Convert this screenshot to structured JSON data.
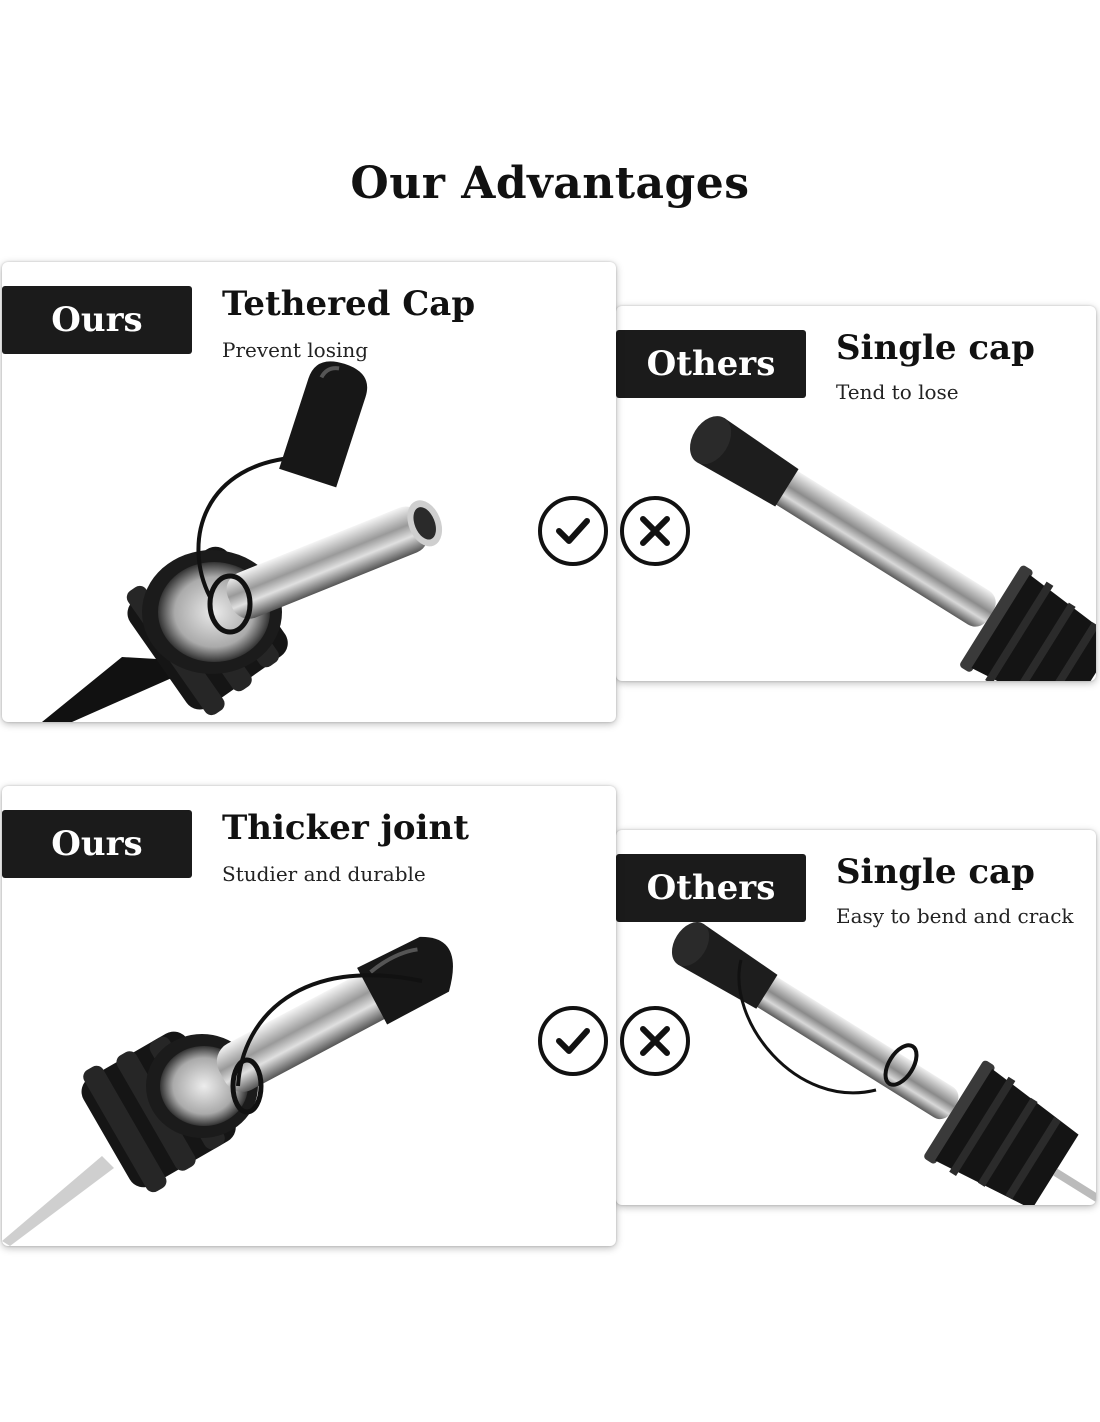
{
  "page": {
    "title": "Our Advantages"
  },
  "rows": [
    {
      "ours": {
        "badge": "Ours",
        "heading": "Tethered Cap",
        "subtitle": "Prevent losing"
      },
      "others": {
        "badge": "Others",
        "heading": "Single cap",
        "subtitle": "Tend to lose"
      }
    },
    {
      "ours": {
        "badge": "Ours",
        "heading": "Thicker joint",
        "subtitle": "Studier and durable"
      },
      "others": {
        "badge": "Others",
        "heading": "Single cap",
        "subtitle": "Easy to bend and crack"
      }
    }
  ],
  "icons": {
    "check": "check-circle-icon",
    "cross": "x-circle-icon"
  },
  "colors": {
    "badge_bg": "#1b1b1b",
    "badge_text": "#ffffff",
    "text": "#111111",
    "background": "#ffffff"
  }
}
